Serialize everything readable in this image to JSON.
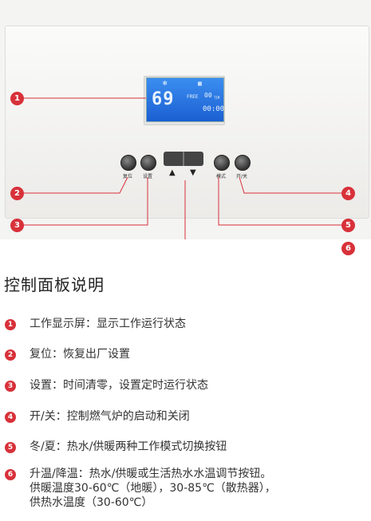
{
  "display": {
    "temperature": "69",
    "free_label": "FREE",
    "free_value": "00",
    "free_unit": "TIM",
    "clock": "00:00",
    "snow_icon": "snowflake-icon",
    "flame_icon": "radiator-icon"
  },
  "buttons": {
    "reset_label": "复位",
    "set_label": "设置",
    "mode_label": "模式",
    "power_label": "开/关",
    "up_icon": "up-triangle-icon",
    "down_icon": "down-triangle-icon"
  },
  "callouts": [
    "1",
    "2",
    "3",
    "4",
    "5",
    "6"
  ],
  "section_title": "控制面板说明",
  "items": [
    {
      "num": "1",
      "text": "工作显示屏：显示工作运行状态"
    },
    {
      "num": "2",
      "text": "复位：恢复出厂设置"
    },
    {
      "num": "3",
      "text": "设置：时间清零，设置定时运行状态"
    },
    {
      "num": "4",
      "text": "开/关：控制燃气炉的启动和关闭"
    },
    {
      "num": "5",
      "text": "冬/夏：热水/供暖两种工作模式切换按钮"
    },
    {
      "num": "6",
      "lines": [
        "升温/降温：热水/供暖或生活热水水温调节按钮。",
        "供暖温度30-60℃（地暖），30-85℃（散热器），",
        "供热水温度（30-60℃）"
      ]
    }
  ],
  "colors": {
    "accent": "#d8313a",
    "lcd": "#2a78e4"
  }
}
